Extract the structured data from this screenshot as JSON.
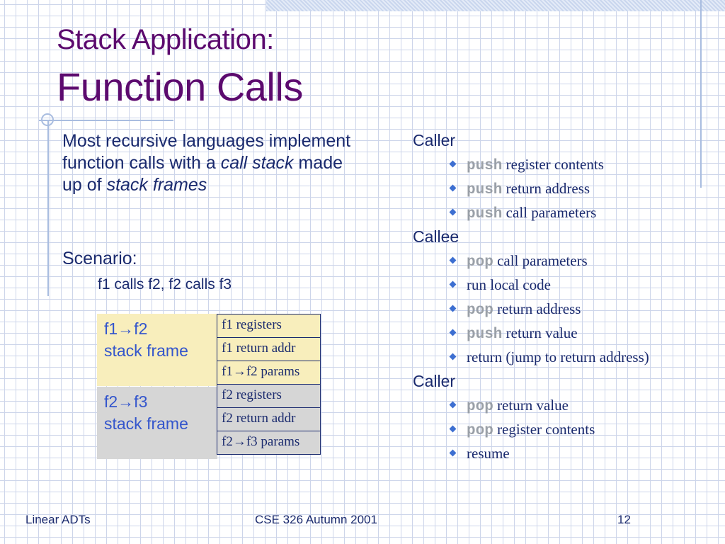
{
  "title": {
    "line1": "Stack Application:",
    "line2": "Function Calls"
  },
  "left": {
    "intro_pre": "Most recursive languages implement function calls with a ",
    "intro_em1": "call stack",
    "intro_mid": " made up of ",
    "intro_em2": "stack frames",
    "scenario": "Scenario:",
    "scenario_detail": "f1 calls f2, f2 calls f3"
  },
  "frames": [
    {
      "label_line1": "f1→f2",
      "label_line2": "stack frame",
      "rows": [
        "f1 registers",
        "f1 return addr",
        "f1→f2 params"
      ]
    },
    {
      "label_line1": "f2→f3",
      "label_line2": "stack frame",
      "rows": [
        "f2 registers",
        "f2 return addr",
        "f2→f3 params"
      ]
    }
  ],
  "steps": {
    "caller1": {
      "heading": "Caller",
      "items": [
        {
          "kw": "push",
          "text": " register contents"
        },
        {
          "kw": "push",
          "text": " return address"
        },
        {
          "kw": "push",
          "text": " call parameters"
        }
      ]
    },
    "callee": {
      "heading": "Callee",
      "items": [
        {
          "kw": "pop",
          "text": " call parameters"
        },
        {
          "kw": "",
          "text": "run local code"
        },
        {
          "kw": "pop",
          "text": " return address"
        },
        {
          "kw": "push",
          "text": " return value"
        },
        {
          "kw": "",
          "text": "return (jump to return address)"
        }
      ]
    },
    "caller2": {
      "heading": "Caller",
      "items": [
        {
          "kw": "pop",
          "text": " return value"
        },
        {
          "kw": "pop",
          "text": " register contents"
        },
        {
          "kw": "",
          "text": "resume"
        }
      ]
    }
  },
  "footer": {
    "left": "Linear ADTs",
    "center": "CSE 326 Autumn 2001",
    "page": "12"
  },
  "colors": {
    "title": "#5c0a6e",
    "body_text": "#1a2a6e",
    "frame_label": "#3355cc",
    "frame1_bg": "#f8eebc",
    "frame2_bg": "#d6d6d6",
    "keyword": "#9aa0a8",
    "bullet": "#3d6fd1",
    "grid": "#cdd5ea"
  }
}
